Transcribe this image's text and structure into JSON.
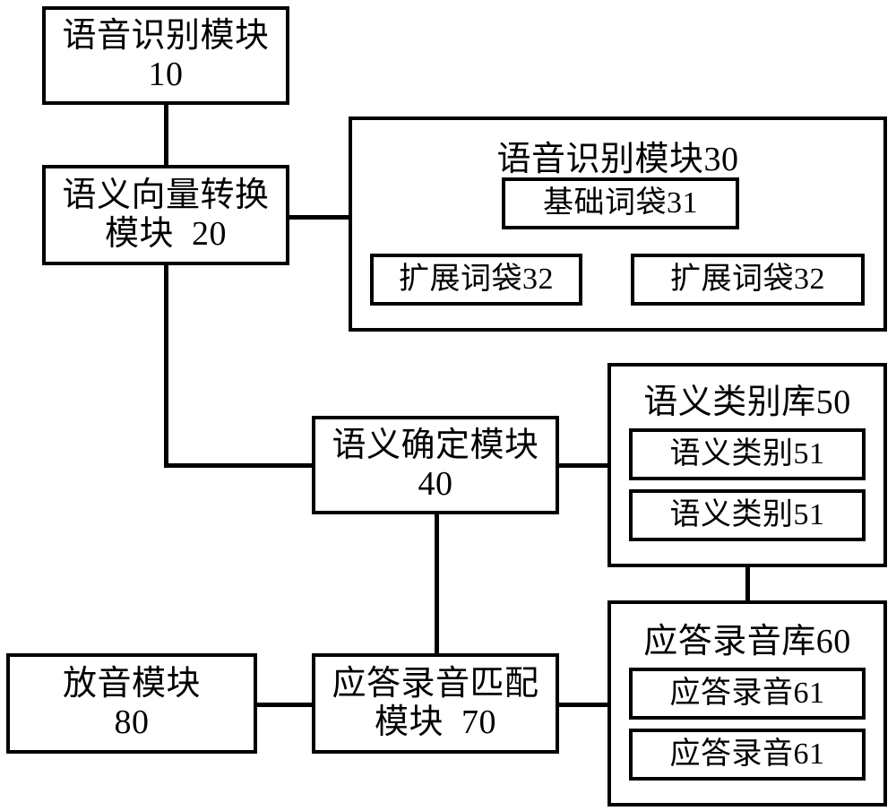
{
  "diagram": {
    "type": "block-diagram",
    "language": "zh-CN",
    "background_color": "#ffffff",
    "stroke_color": "#000000",
    "blocks": {
      "b10": {
        "line1": "语音识别模块",
        "line2": "10"
      },
      "b20": {
        "line1": "语义向量转换",
        "line2": "模块  20"
      },
      "g30": {
        "title": "语音识别模块30"
      },
      "b31": {
        "label": "基础词袋31"
      },
      "b32a": {
        "label": "扩展词袋32"
      },
      "b32b": {
        "label": "扩展词袋32"
      },
      "b40": {
        "line1": "语义确定模块",
        "line2": "40"
      },
      "g50": {
        "title": "语义类别库50"
      },
      "b51a": {
        "label": "语义类别51"
      },
      "b51b": {
        "label": "语义类别51"
      },
      "g60": {
        "title": "应答录音库60"
      },
      "b61a": {
        "label": "应答录音61"
      },
      "b61b": {
        "label": "应答录音61"
      },
      "b70": {
        "line1": "应答录音匹配",
        "line2": "模块  70"
      },
      "b80": {
        "line1": "放音模块",
        "line2": "80"
      }
    },
    "connections": [
      {
        "from": "b10",
        "to": "b20"
      },
      {
        "from": "b20",
        "to": "g30"
      },
      {
        "from": "b20",
        "to": "b40"
      },
      {
        "from": "b31",
        "to": "b32a"
      },
      {
        "from": "b31",
        "to": "b32b"
      },
      {
        "from": "b40",
        "to": "g50"
      },
      {
        "from": "b40",
        "to": "b70"
      },
      {
        "from": "g50",
        "to": "g60"
      },
      {
        "from": "b70",
        "to": "g60"
      },
      {
        "from": "b70",
        "to": "b80"
      }
    ]
  }
}
